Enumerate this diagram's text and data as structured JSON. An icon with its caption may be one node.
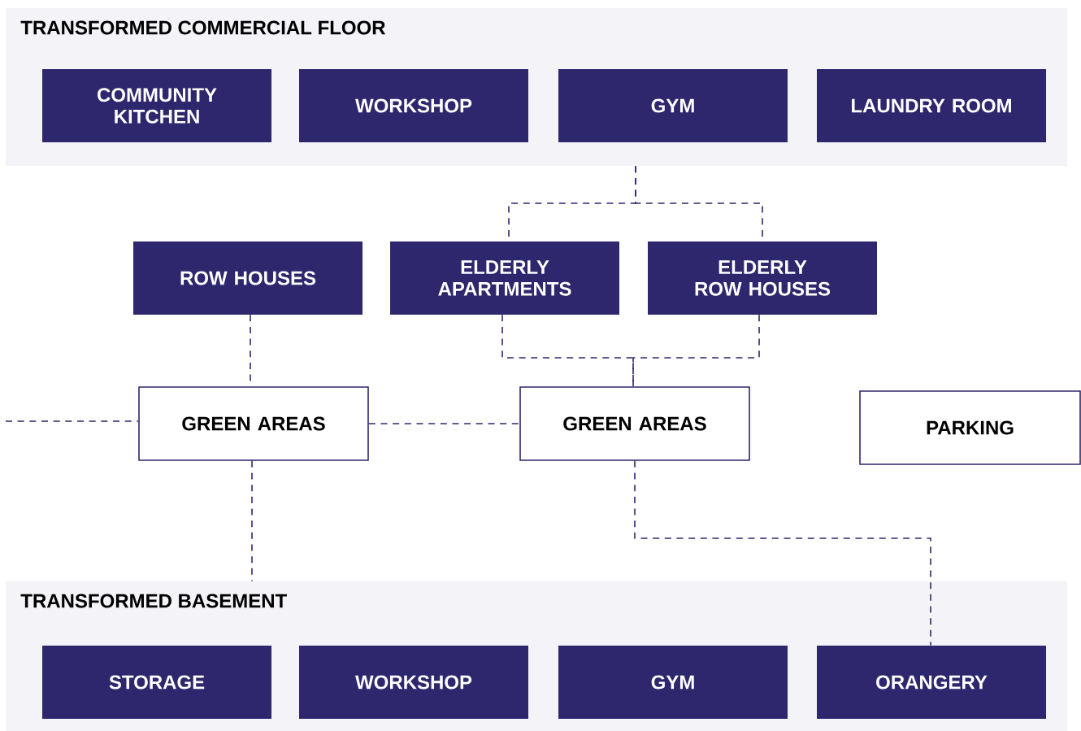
{
  "diagram": {
    "nodes": [
      {
        "text": [
          "TRANSFORMED COMMERCIAL FLOOR"
        ]
      },
      {
        "text": [
          "COMMUNITY KITCHEN"
        ],
        "in": 0
      },
      {
        "text": [
          "WORKSHOP"
        ],
        "in": 0
      },
      {
        "text": [
          "GYM"
        ],
        "in": 0
      },
      {
        "text": [
          "LAUNDRY ROOM"
        ],
        "in": 0
      },
      {
        "text": [
          "ROW HOUSES"
        ]
      },
      {
        "text": [
          "ELDERLY APARTMENTS"
        ]
      },
      {
        "text": [
          "ELDERLY ROW HOUSES"
        ]
      },
      {
        "text": [
          "GREEN AREAS"
        ]
      },
      {
        "text": [
          "GREEN AREAS"
        ]
      },
      {
        "text": [
          "PARKING"
        ]
      },
      {
        "text": [
          "TRANSFORMED BASEMENT"
        ]
      },
      {
        "text": [
          "STORAGE"
        ],
        "in": 11
      },
      {
        "text": [
          "WORKSHOP"
        ],
        "in": 11
      },
      {
        "text": [
          "GYM"
        ],
        "in": 11
      },
      {
        "text": [
          "ORANGERY"
        ],
        "in": 11
      }
    ],
    "edges": [
      {
        "from": 0,
        "to": 6,
        "arrow": "none",
        "style": "dashed"
      },
      {
        "from": 0,
        "to": 7,
        "arrow": "none",
        "style": "dashed"
      },
      {
        "from": 5,
        "to": 8,
        "arrow": "none",
        "style": "dashed"
      },
      {
        "from": 6,
        "to": 9,
        "arrow": "none",
        "style": "dashed"
      },
      {
        "from": 7,
        "to": 9,
        "arrow": "none",
        "style": "dashed"
      },
      {
        "from": null,
        "to": 8,
        "arrow": "none",
        "style": "dashed"
      },
      {
        "from": 8,
        "to": 9,
        "arrow": "none",
        "style": "dashed"
      },
      {
        "from": 8,
        "to": 11,
        "arrow": "none",
        "style": "dashed"
      },
      {
        "from": 9,
        "to": 15,
        "arrow": "none",
        "style": "dashed"
      }
    ]
  }
}
